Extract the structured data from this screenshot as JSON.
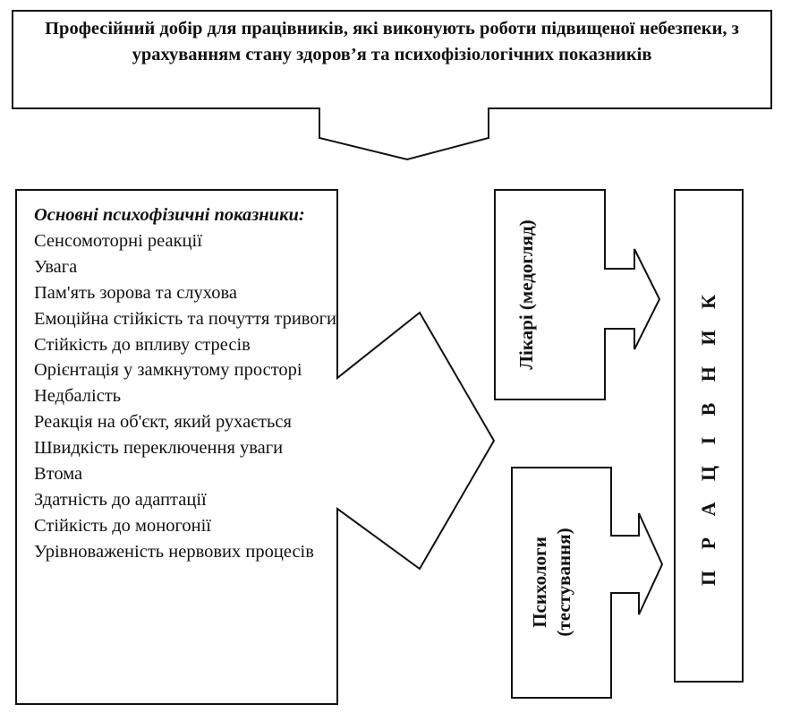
{
  "title": "Професійний добір для працівників, які виконують роботи підвищеної небезпеки, з урахуванням стану здоров’я та психофізіологічних показників",
  "indicators": {
    "heading": "Основні психофізичні показники",
    "items": [
      "Сенсомоторні реакції",
      "Увага",
      "Пам'ять зорова та слухова",
      "Емоційна стійкість та почуття тривоги",
      "Стійкість до впливу стресів",
      "Орієнтація у замкнутому просторі",
      "Недбалість",
      "Реакція на об'єкт, який рухається",
      "Швидкість переключення уваги",
      "Втома",
      "Здатність до адаптації",
      "Стійкість до моногонії",
      "Урівноваженість нервових процесів"
    ]
  },
  "doctors": "Лікарі (медогляд)",
  "psychologists": {
    "line1": "Психологи",
    "line2": "(тестування)"
  },
  "worker": "П Р А Ц І В Н И К",
  "colors": {
    "stroke": "#111111",
    "fill": "#ffffff",
    "text": "#111111"
  }
}
